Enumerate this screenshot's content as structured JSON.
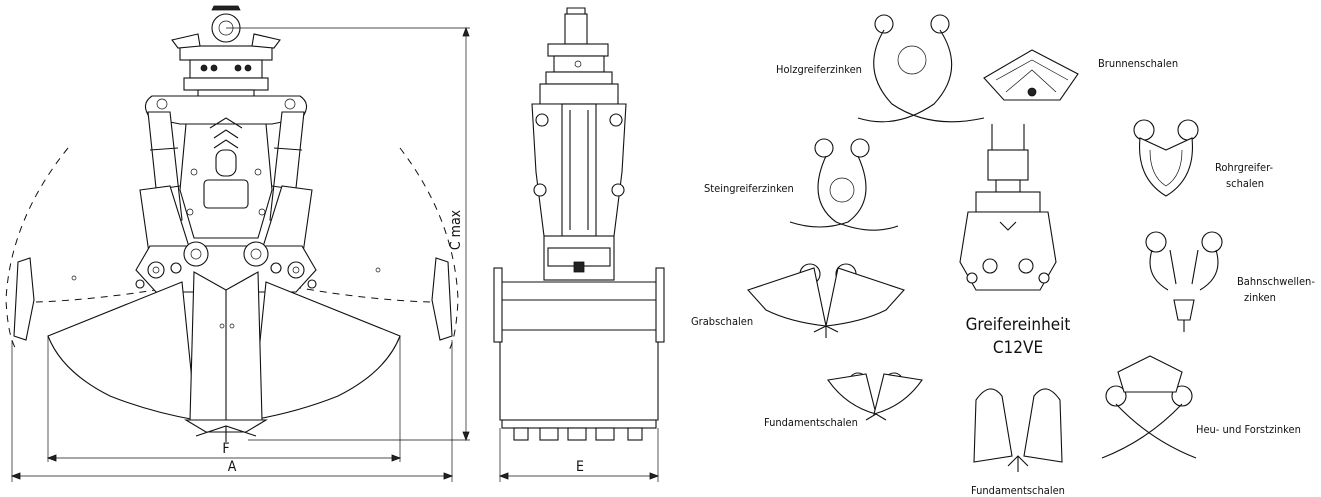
{
  "dimensions": {
    "c_max": "C max",
    "a": "A",
    "f": "F",
    "e": "E"
  },
  "variants": {
    "holzgreiferzinken": "Holzgreiferzinken",
    "brunnenschalen": "Brunnenschalen",
    "steingreiferzinken": "Steingreiferzinken",
    "rohrgreiferschalen_1": "Rohrgreifer-",
    "rohrgreiferschalen_2": "schalen",
    "bahnschwellenzinken_1": "Bahnschwellen-",
    "bahnschwellenzinken_2": "zinken",
    "grabschalen": "Grabschalen",
    "fundamentschalen_left": "Fundamentschalen",
    "heu_forstzinken": "Heu- und Forstzinken",
    "fundamentschalen_bottom": "Fundamentschalen"
  },
  "center_title": {
    "line1": "Greifereinheit",
    "line2": "C12VE"
  }
}
